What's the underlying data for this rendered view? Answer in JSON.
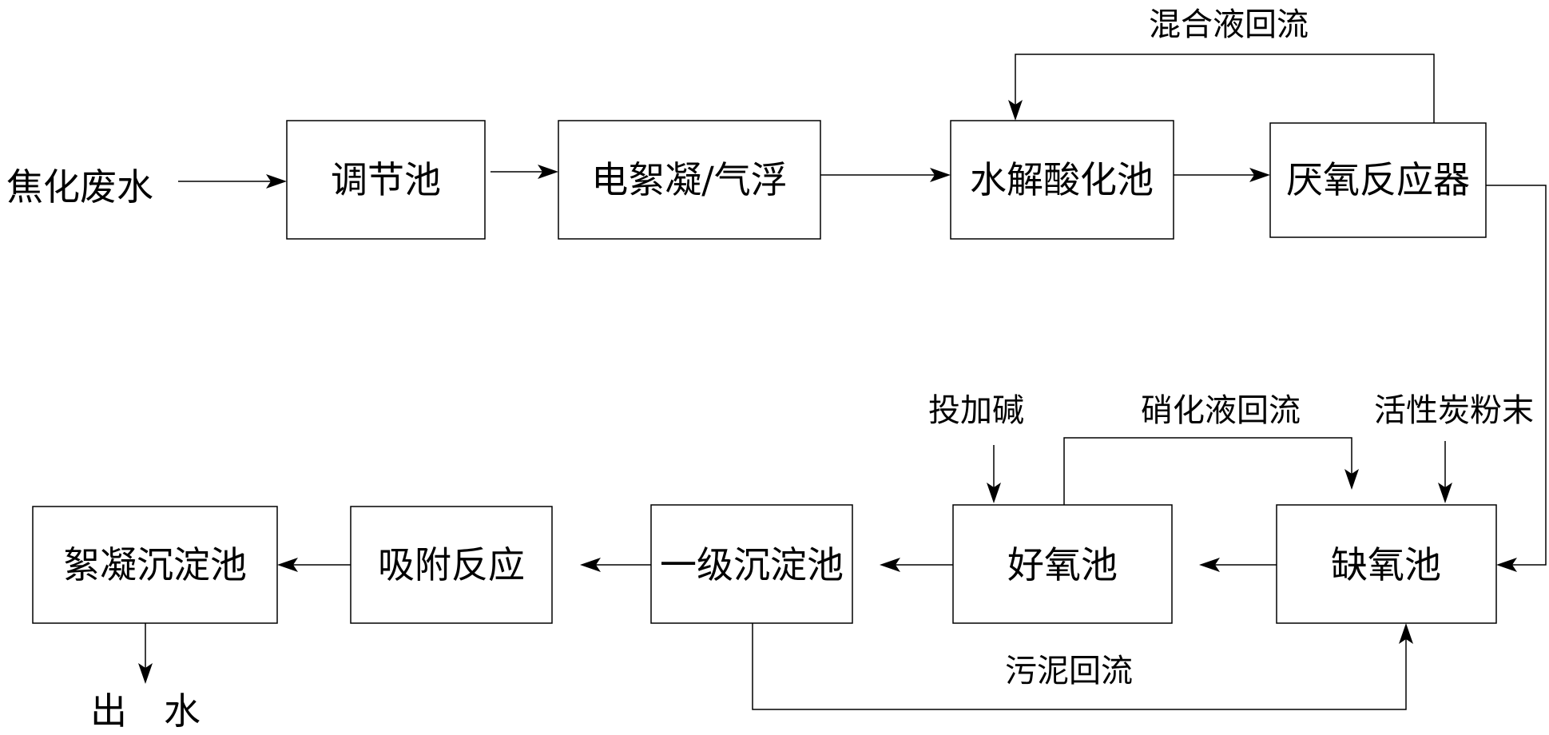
{
  "nodes": {
    "input": "焦化废水",
    "regulating_tank": "调节池",
    "electrocoag": "电絮凝/气浮",
    "hydrolysis": "水解酸化池",
    "anaerobic": "厌氧反应器",
    "anoxic": "缺氧池",
    "aerobic": "好氧池",
    "primary_settling": "一级沉淀池",
    "adsorption": "吸附反应",
    "flocculation": "絮凝沉淀池",
    "outlet": "出　水"
  },
  "flows": {
    "mixed_liquor_return": "混合液回流",
    "nitrified_return": "硝化液回流",
    "sludge_return": "污泥回流",
    "alkali_dosing": "投加碱",
    "activated_carbon": "活性炭粉末"
  }
}
